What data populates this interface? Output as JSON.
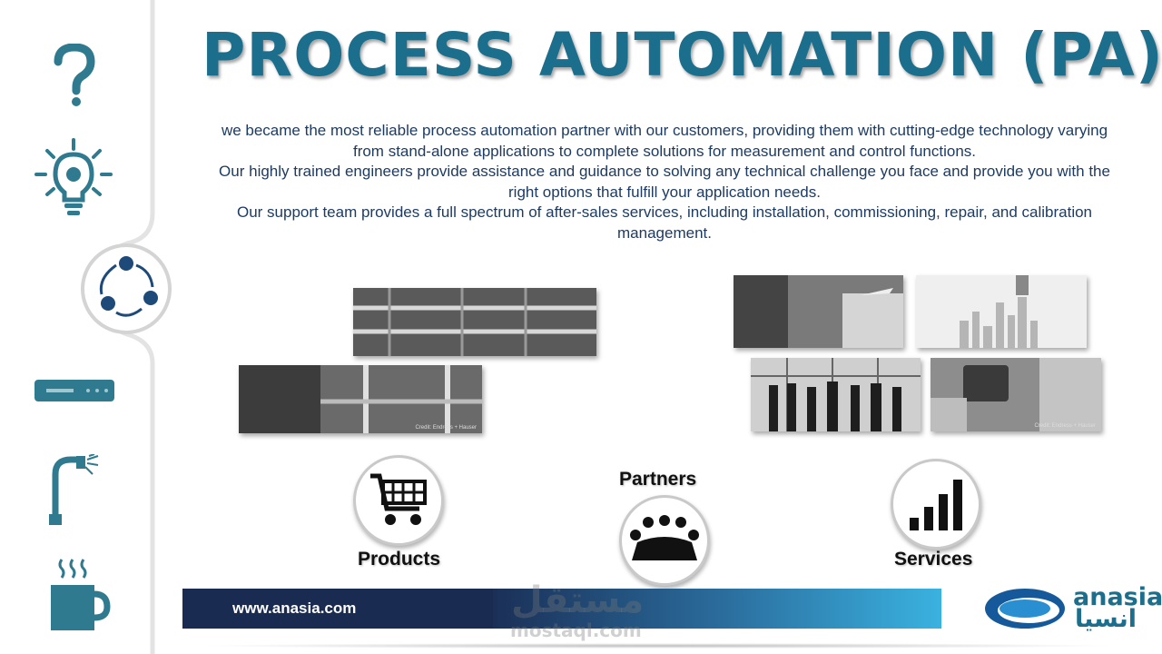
{
  "slide": {
    "title": "PROCESS AUTOMATION (PA)",
    "description": [
      "we became the most reliable process automation partner with our customers, providing them with cutting-edge technology varying from stand-alone applications to complete solutions for measurement and control functions.",
      "Our highly trained engineers provide assistance and guidance to solving any technical challenge you face and provide you with the right options that fulfill your application needs.",
      "Our support team provides a full spectrum of after-sales services, including installation, commissioning, repair, and calibration management."
    ],
    "photo_credit": "Credit: Endress + Hauser",
    "photo_credit_short": "Credit: Endress + Hauser"
  },
  "sidebar": {
    "icons": [
      "question-icon",
      "lightbulb-gear-icon",
      "cycle-icon",
      "device-icon",
      "shower-icon",
      "coffee-mug-icon"
    ]
  },
  "features": {
    "products": "Products",
    "partners": "Partners",
    "services": "Services"
  },
  "footer": {
    "url": "www.anasia.com",
    "watermark_ar": "مستقل",
    "watermark_en": "mostaql.com"
  },
  "logo": {
    "en": "anasia",
    "ar": "انسيا"
  },
  "colors": {
    "accent": "#1b6e8c",
    "text": "#1d3b63",
    "footer_dark": "#1a2b52",
    "footer_light": "#3ab2e0"
  }
}
